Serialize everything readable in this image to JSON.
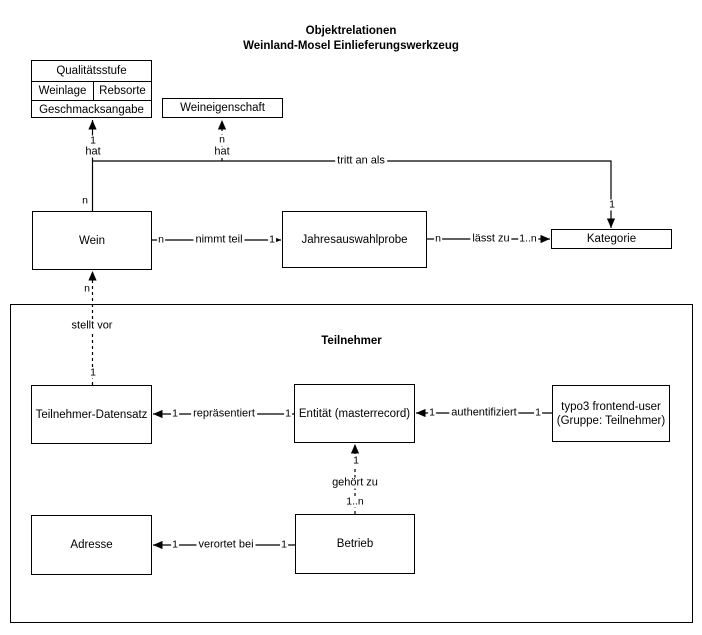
{
  "title": {
    "line1": "Objektrelationen",
    "line2": "Weinland-Mosel Einlieferungswerkzeug"
  },
  "boxes": {
    "qualitaetsstufe": "Qualitätsstufe",
    "weinlage": "Weinlage",
    "rebsorte": "Rebsorte",
    "geschmacksangabe": "Geschmacksangabe",
    "weineigenschaft": "Weineigenschaft",
    "wein": "Wein",
    "jahresauswahlprobe": "Jahresauswahlprobe",
    "kategorie": "Kategorie",
    "teilnehmer_datensatz": "Teilnehmer-Datensatz",
    "entitaet": "Entität (masterrecord)",
    "typo3_line1": "typo3 frontend-user",
    "typo3_line2": "(Gruppe: Teilnehmer)",
    "adresse": "Adresse",
    "betrieb": "Betrieb"
  },
  "container": {
    "label": "Teilnehmer"
  },
  "relations": {
    "hat_qualitaet": {
      "label": "hat",
      "source_mult": "n",
      "target_mult": "1"
    },
    "hat_eigenschaft": {
      "label": "hat",
      "target_mult": "n"
    },
    "tritt_an_als": {
      "label": "tritt an als",
      "target_mult": "1"
    },
    "nimmt_teil": {
      "label": "nimmt teil",
      "source_mult": "n",
      "target_mult": "1"
    },
    "laesst_zu": {
      "label": "lässt zu",
      "source_mult": "n",
      "target_mult": "1..n"
    },
    "stellt_vor": {
      "label": "stellt vor",
      "source_mult": "1",
      "target_mult": "n"
    },
    "repraesentiert": {
      "label": "repräsentiert",
      "source_mult": "1",
      "target_mult": "1"
    },
    "authentifiziert": {
      "label": "authentifiziert",
      "source_mult": "1",
      "target_mult": "1"
    },
    "gehoert_zu": {
      "label": "gehört zu",
      "source_mult": "1..n",
      "target_mult": "1"
    },
    "verortet_bei": {
      "label": "verortet bei",
      "source_mult": "1",
      "target_mult": "1"
    }
  },
  "colors": {
    "line": "#000000",
    "box_fill": "#ffffff",
    "background": "#ffffff",
    "text": "#000000"
  }
}
